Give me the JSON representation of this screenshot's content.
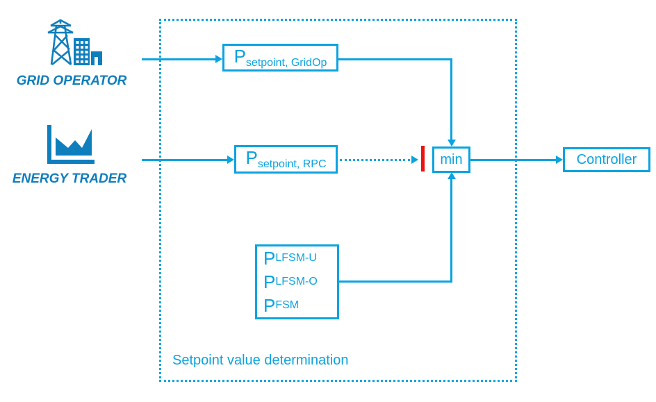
{
  "diagram": {
    "colors": {
      "accent": "#0AA3E0",
      "icon_blue": "#0E7EBD",
      "limit_red": "#EE1111"
    },
    "boundary_label": "Setpoint value determination",
    "actors": {
      "grid_operator": {
        "label": "GRID OPERATOR",
        "icon": "transmission-tower-building-icon"
      },
      "energy_trader": {
        "label": "ENERGY TRADER",
        "icon": "area-chart-icon"
      }
    },
    "boxes": {
      "gridop": {
        "symbol": "P",
        "subscript": "setpoint, GridOp"
      },
      "rpc": {
        "symbol": "P",
        "subscript": "setpoint, RPC"
      },
      "lfsm": {
        "lines": [
          {
            "symbol": "P",
            "subscript": "LFSM-U"
          },
          {
            "symbol": "P",
            "subscript": "LFSM-O"
          },
          {
            "symbol": "P",
            "subscript": "FSM"
          }
        ]
      },
      "min": {
        "label": "min"
      },
      "controller": {
        "label": "Controller"
      }
    }
  }
}
